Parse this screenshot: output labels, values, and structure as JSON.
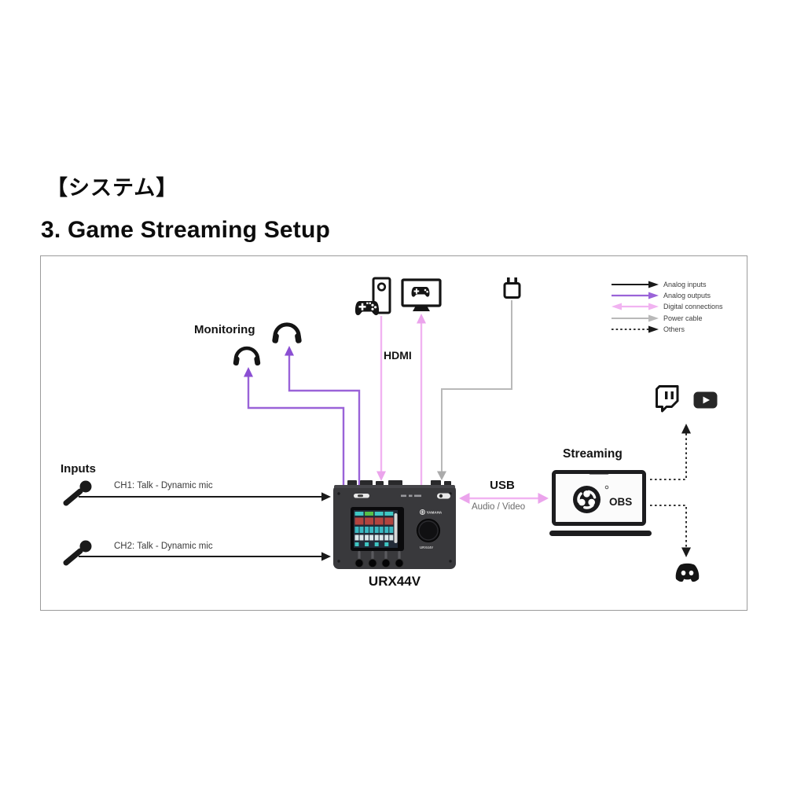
{
  "titles": {
    "jp": "【システム】",
    "en": "3. Game Streaming Setup"
  },
  "legend": {
    "items": [
      {
        "label": "Analog inputs",
        "color": "#1a1a1a",
        "line": "solid",
        "heads": "single"
      },
      {
        "label": "Analog outputs",
        "color": "#9a63d8",
        "line": "solid",
        "heads": "single"
      },
      {
        "label": "Digital connections",
        "color": "#f1b3f1",
        "line": "solid",
        "heads": "double"
      },
      {
        "label": "Power cable",
        "color": "#b9b9b9",
        "line": "solid",
        "heads": "single"
      },
      {
        "label": "Others",
        "color": "#1a1a1a",
        "line": "dashed",
        "heads": "single"
      }
    ]
  },
  "colors": {
    "analog_input": "#1a1a1a",
    "analog_output": "#9a63d8",
    "analog_output_head": "#8b4fd3",
    "digital": "#f1b3f1",
    "digital_head": "#eba4ec",
    "power": "#b9b9b9",
    "power_head": "#ababab",
    "others": "#1a1a1a"
  },
  "monitoring": {
    "label": "Monitoring"
  },
  "video": {
    "hdmi_label": "HDMI"
  },
  "inputs": {
    "label": "Inputs",
    "channels": [
      {
        "label": "CH1: Talk - Dynamic mic"
      },
      {
        "label": "CH2: Talk - Dynamic mic"
      }
    ]
  },
  "device": {
    "model": "URX44V",
    "brand": "YAMAHA",
    "panel_label": "URX44V"
  },
  "usb": {
    "label": "USB",
    "sublabel": "Audio / Video"
  },
  "streaming": {
    "label": "Streaming",
    "app": "OBS"
  },
  "destinations": {
    "platforms": [
      "Twitch",
      "YouTube",
      "Discord"
    ]
  },
  "icons": {
    "sources": [
      "game-console-icon",
      "tv-monitor-icon",
      "power-plug-icon"
    ],
    "monitoring": [
      "headphones-icon",
      "headphones-icon"
    ],
    "inputs": [
      "microphone-icon",
      "microphone-icon"
    ],
    "streaming": [
      "laptop-icon",
      "obs-logo-icon"
    ],
    "destinations": [
      "twitch-icon",
      "youtube-icon",
      "discord-icon"
    ]
  }
}
